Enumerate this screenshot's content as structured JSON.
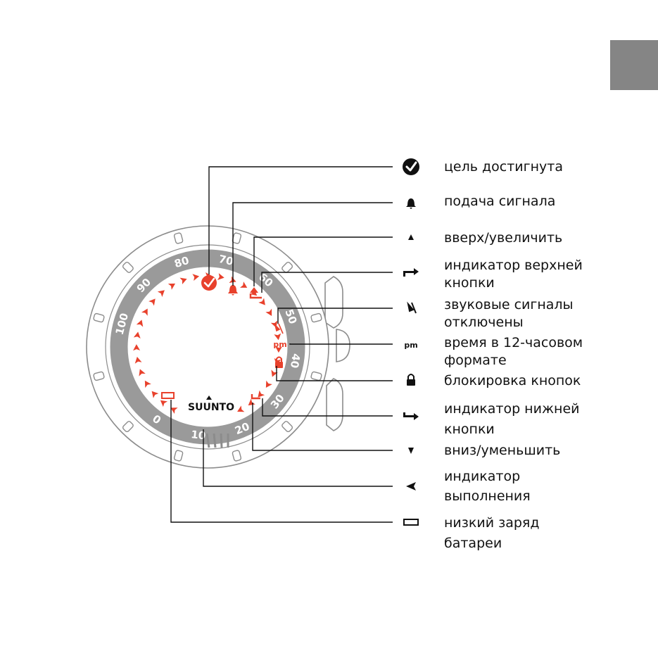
{
  "colors": {
    "accent": "#e8412c",
    "bezel": "#8c8c8c",
    "ring": "#9a9a9a",
    "ink": "#111111",
    "tab": "#858585"
  },
  "watch": {
    "brand": "SUUNTO",
    "scale_labels": [
      "0",
      "10",
      "20",
      "30",
      "40",
      "50",
      "60",
      "70",
      "80",
      "90",
      "100"
    ],
    "display_time_format": "pm"
  },
  "legend": [
    {
      "icon": "check-circle-icon",
      "label": "цель достигнута"
    },
    {
      "icon": "bell-icon",
      "label": "подача сигнала"
    },
    {
      "icon": "triangle-up-icon",
      "label": "вверх/увеличить"
    },
    {
      "icon": "upper-button-arrow-icon",
      "label": "индикатор верхней\nкнопки"
    },
    {
      "icon": "sound-off-icon",
      "label": "звуковые сигналы\nотключены"
    },
    {
      "icon": "pm-icon",
      "label": "время в 12-часовом\nформате"
    },
    {
      "icon": "lock-icon",
      "label": "блокировка кнопок"
    },
    {
      "icon": "lower-button-arrow-icon",
      "label": "индикатор нижней\nкнопки"
    },
    {
      "icon": "triangle-down-icon",
      "label": "вниз/уменьшить"
    },
    {
      "icon": "chevron-left-icon",
      "label": "индикатор\nвыполнения"
    },
    {
      "icon": "battery-low-icon",
      "label": "низкий заряд\nбатареи"
    }
  ]
}
